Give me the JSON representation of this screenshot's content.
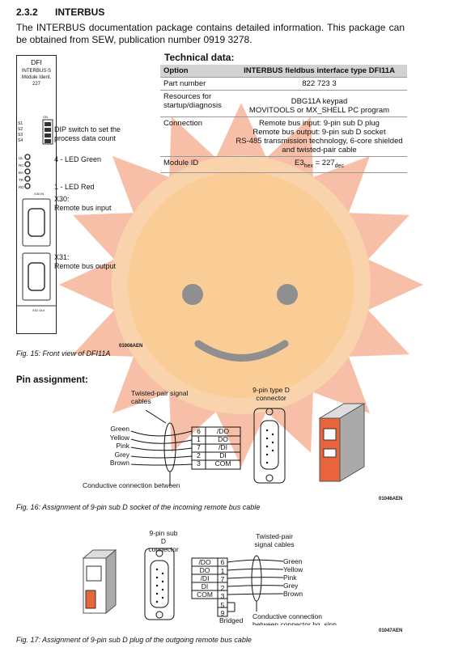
{
  "section": {
    "number": "2.3.2",
    "title": "INTERBUS"
  },
  "intro": "The INTERBUS documentation package contains detailed information. This package can be obtained from SEW, publication number 0919 3278.",
  "technical_data": {
    "title": "Technical data:",
    "header": [
      "Option",
      "INTERBUS fieldbus interface type DFI11A"
    ],
    "rows": [
      {
        "label": "Part number",
        "lines": [
          "822 723 3"
        ]
      },
      {
        "label": "Resources for startup/diagnosis",
        "lines": [
          "DBG11A keypad",
          "MOVITOOLS or MX_SHELL PC program"
        ]
      },
      {
        "label": "Connection",
        "lines": [
          "Remote bus input: 9-pin sub D plug",
          "Remote bus output: 9-pin sub D socket",
          "RS-485 transmission technology, 6-core shielded",
          "and twisted-pair cable"
        ]
      }
    ],
    "module_id": {
      "label": "Module ID",
      "e3": "E3",
      "sub1": "hex",
      "eq": " = 227",
      "sub2": "dec"
    }
  },
  "module": {
    "name": "DFI",
    "line2": "INTERBUS-S",
    "line3": "Module Ident.",
    "line4": "227",
    "switch_on": "ON",
    "switch_labels": [
      "S1",
      "S2",
      "S3",
      "S4"
    ],
    "led_labels": [
      "UL",
      "RC",
      "BA",
      "TR",
      "RD"
    ],
    "x30_label": "X30  IN",
    "x31_label": "X31  Out"
  },
  "callouts": {
    "dip": "DIP switch to set the process data count",
    "led_green": "4 - LED Green",
    "led_red": "1 - LED Red",
    "x30_a": "X30:",
    "x30_b": "Remote bus input",
    "x31_a": "X31:",
    "x31_b": "Remote bus output"
  },
  "fig15": {
    "code": "01008AEN",
    "caption": "Fig. 15: Front view of DFI11A"
  },
  "pin_assignment": "Pin assignment:",
  "fig16": {
    "cable_label": "Twisted-pair signal cables",
    "connector_label": "9-pin type D connector",
    "wires": [
      "Green",
      "Yellow",
      "Pink",
      "Grey",
      "Brown"
    ],
    "pins": [
      "6",
      "1",
      "7",
      "2",
      "3"
    ],
    "signals": [
      "/DO",
      "DO",
      "/DI",
      "DI",
      "COM"
    ],
    "conductive": "Conductive connection between",
    "code": "01046AEN",
    "caption": "Fig. 16: Assignment of 9-pin sub D socket of the incoming remote bus cable"
  },
  "fig17": {
    "connector_label": "9-pin sub D connector",
    "cable_label": "Twisted-pair signal cables",
    "signals": [
      "/DO",
      "DO",
      "/DI",
      "DI",
      "COM"
    ],
    "pins": [
      "6",
      "1",
      "7",
      "2",
      "3",
      "5",
      "9"
    ],
    "wires": [
      "Green",
      "Yellow",
      "Pink",
      "Grey",
      "Brown"
    ],
    "bridged": "Bridged",
    "conductive": "Conductive connection between connector hg. sinn cable shield",
    "code": "01047AEN",
    "caption": "Fig. 17: Assignment of 9-pin sub D plug of the outgoing remote bus cable"
  },
  "colors": {
    "sun": "#f6a98b",
    "sun_face": "#f8cc92",
    "face_features": "#8f8f8f",
    "module_orange": "#e8643c"
  }
}
